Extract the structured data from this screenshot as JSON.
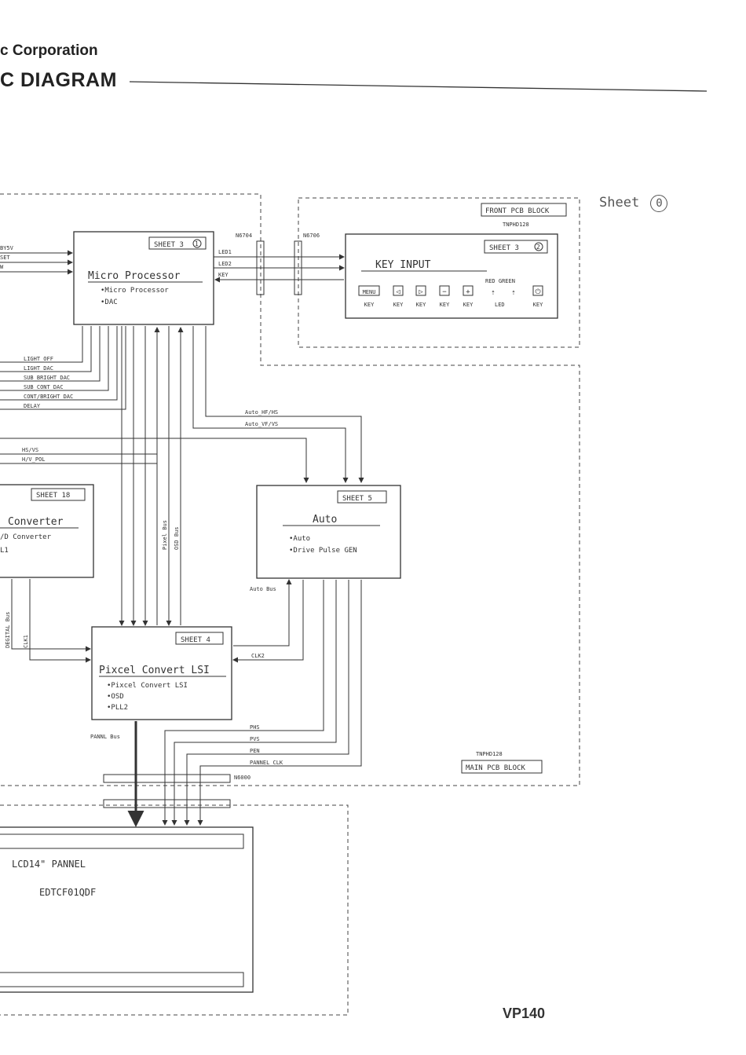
{
  "header": {
    "company": "c Corporation",
    "title": "C DIAGRAM"
  },
  "footer": {
    "model": "VP140"
  },
  "sheet_marker": {
    "label": "Sheet",
    "number": "0"
  },
  "blocks": {
    "front_pcb": {
      "label": "FRONT PCB BLOCK",
      "part": "TNPHD128"
    },
    "main_pcb": {
      "label": "MAIN PCB BLOCK",
      "part": "TNPHD128"
    },
    "micro": {
      "sheet": "SHEET 3",
      "sheet_no": "1",
      "title": "Micro Processor",
      "items": [
        "•Micro Processor",
        "•DAC"
      ]
    },
    "key": {
      "sheet": "SHEET 3",
      "sheet_no": "2",
      "title": "KEY INPUT",
      "buttons": [
        {
          "glyph": "MENU",
          "label": "KEY"
        },
        {
          "glyph": "◁",
          "label": "KEY"
        },
        {
          "glyph": "▷",
          "label": "KEY"
        },
        {
          "glyph": "−",
          "label": "KEY"
        },
        {
          "glyph": "+",
          "label": "KEY"
        },
        {
          "glyph": "⏻",
          "label": "KEY"
        }
      ],
      "led_colors": "RED GREEN",
      "led_label": "LED"
    },
    "adc": {
      "sheet": "SHEET 18",
      "title": "Converter",
      "items": [
        "/D Converter",
        "L1"
      ]
    },
    "auto": {
      "sheet": "SHEET 5",
      "title": "Auto",
      "items": [
        "•Auto",
        "•Drive Pulse GEN"
      ]
    },
    "pixel": {
      "sheet": "SHEET 4",
      "title": "Pixcel Convert LSI",
      "items": [
        "•Pixcel Convert LSI",
        "•OSD",
        "•PLL2"
      ]
    },
    "lcd": {
      "title": "LCD14\"  PANNEL",
      "part": "EDTCF01QDF"
    }
  },
  "connectors": {
    "n1": "N6704",
    "n2": "N6706",
    "n3": "N6000"
  },
  "signals": {
    "micro_left": [
      "BY5V",
      "SET",
      "W"
    ],
    "micro_key": [
      "LED1",
      "LED2",
      "KEY"
    ],
    "dac_bus": [
      "LIGHT_OFF",
      "LIGHT_DAC",
      "SUB_BRIGHT_DAC",
      "SUB_CONT_DAC",
      "CONT/BRIGHT_DAC",
      "DELAY"
    ],
    "auto_hf": "Auto_HF/HS",
    "auto_vf": "Auto_VF/VS",
    "hsvs": "HS/VS",
    "hvpol": "H/V_POL",
    "pixel_bus": "Pixel Bus",
    "osd_bus": "OSD Bus",
    "auto_bus": "Auto Bus",
    "digital_bus": "DEGITAL Bus",
    "clk1": "CLK1",
    "clk2": "CLK2",
    "pannel_bus": "PANNL Bus",
    "pnl_sigs": [
      "PHS",
      "PVS",
      "PEN",
      "PANNEL_CLK"
    ]
  }
}
